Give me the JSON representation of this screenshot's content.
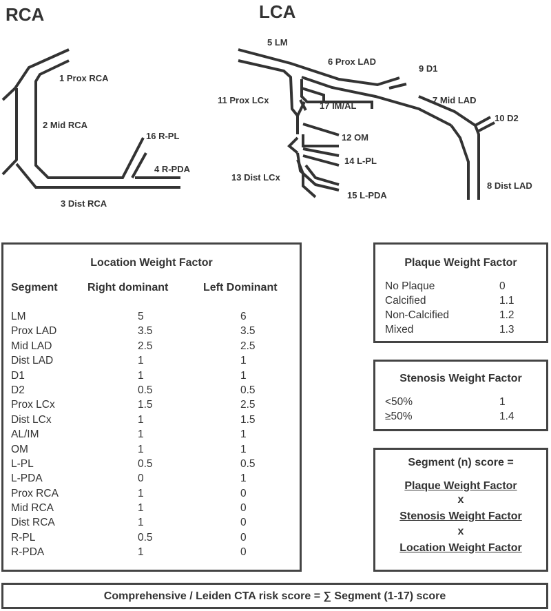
{
  "diagram": {
    "rca_title": "RCA",
    "lca_title": "LCA",
    "segments": {
      "prox_rca": "1 Prox RCA",
      "mid_rca": "2 Mid RCA",
      "dist_rca": "3 Dist RCA",
      "r_pda": "4 R-PDA",
      "lm": "5 LM",
      "prox_lad": "6 Prox LAD",
      "mid_lad": "7 Mid LAD",
      "dist_lad": "8 Dist LAD",
      "d1": "9 D1",
      "d2": "10 D2",
      "prox_lcx": "11 Prox LCx",
      "om": "12 OM",
      "dist_lcx": "13 Dist LCx",
      "l_pl": "14 L-PL",
      "l_pda": "15 L-PDA",
      "r_pl": "16 R-PL",
      "im_al": "17 IM/AL"
    }
  },
  "location_table": {
    "title": "Location Weight Factor",
    "headers": [
      "Segment",
      "Right dominant",
      "Left Dominant"
    ],
    "rows": [
      [
        "LM",
        "5",
        "6"
      ],
      [
        "Prox LAD",
        "3.5",
        "3.5"
      ],
      [
        "Mid LAD",
        "2.5",
        "2.5"
      ],
      [
        "Dist LAD",
        "1",
        "1"
      ],
      [
        "D1",
        "1",
        "1"
      ],
      [
        "D2",
        "0.5",
        "0.5"
      ],
      [
        "Prox LCx",
        "1.5",
        "2.5"
      ],
      [
        "Dist LCx",
        "1",
        "1.5"
      ],
      [
        "AL/IM",
        "1",
        "1"
      ],
      [
        "OM",
        "1",
        "1"
      ],
      [
        "L-PL",
        "0.5",
        "0.5"
      ],
      [
        "L-PDA",
        "0",
        "1"
      ],
      [
        "Prox RCA",
        "1",
        "0"
      ],
      [
        "Mid RCA",
        "1",
        "0"
      ],
      [
        "Dist RCA",
        "1",
        "0"
      ],
      [
        "R-PL",
        "0.5",
        "0"
      ],
      [
        "R-PDA",
        "1",
        "0"
      ]
    ]
  },
  "plaque": {
    "title": "Plaque Weight Factor",
    "rows": [
      [
        "No Plaque",
        "0"
      ],
      [
        "Calcified",
        "1.1"
      ],
      [
        "Non-Calcified",
        "1.2"
      ],
      [
        "Mixed",
        "1.3"
      ]
    ]
  },
  "stenosis": {
    "title": "Stenosis Weight Factor",
    "rows": [
      [
        "<50%",
        "1"
      ],
      [
        "≥50%",
        "1.4"
      ]
    ]
  },
  "formula": {
    "title": "Segment (n) score =",
    "plaque": "Plaque Weight Factor",
    "times1": "x",
    "stenosis": "Stenosis Weight Factor",
    "times2": "x",
    "location": "Location Weight Factor"
  },
  "total": {
    "text": "Comprehensive / Leiden CTA risk score = ∑ Segment (1-17) score"
  }
}
